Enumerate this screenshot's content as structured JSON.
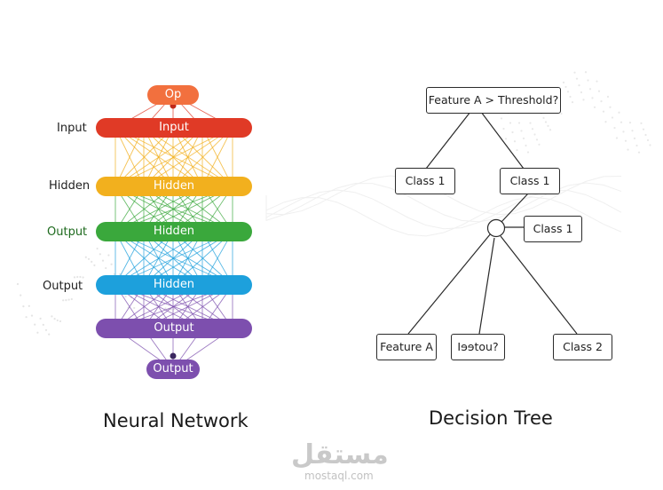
{
  "neural_network": {
    "caption": "Neural Network",
    "top_node": "Op",
    "bottom_node": "Output",
    "side_labels": [
      "Input",
      "Hidden",
      "Output",
      "Output"
    ],
    "layers": [
      {
        "label": "Input",
        "color": "#e03a26"
      },
      {
        "label": "Hidden",
        "color": "#f2b01e"
      },
      {
        "label": "Hidden",
        "color": "#3aa83c"
      },
      {
        "label": "Hidden",
        "color": "#1da0dc"
      },
      {
        "label": "Output",
        "color": "#7d4fae"
      }
    ],
    "top_node_color": "#f2703e",
    "bottom_node_color": "#7d4fae",
    "side_label_colors": [
      "#1f1f1f",
      "#1f1f1f",
      "#1e6a1e",
      "#1f1f1f"
    ]
  },
  "decision_tree": {
    "caption": "Decision Tree",
    "root": "Feature A > Threshold?",
    "level1_left": "Class 1",
    "level1_right": "Class 1",
    "side_leaf": "Class 1",
    "leaf_1": "Feature A",
    "leaf_2": "Iɘɘtou?",
    "leaf_3": "Class 2"
  },
  "watermark": {
    "arabic": "مستقل",
    "latin": "mostaql.com"
  }
}
